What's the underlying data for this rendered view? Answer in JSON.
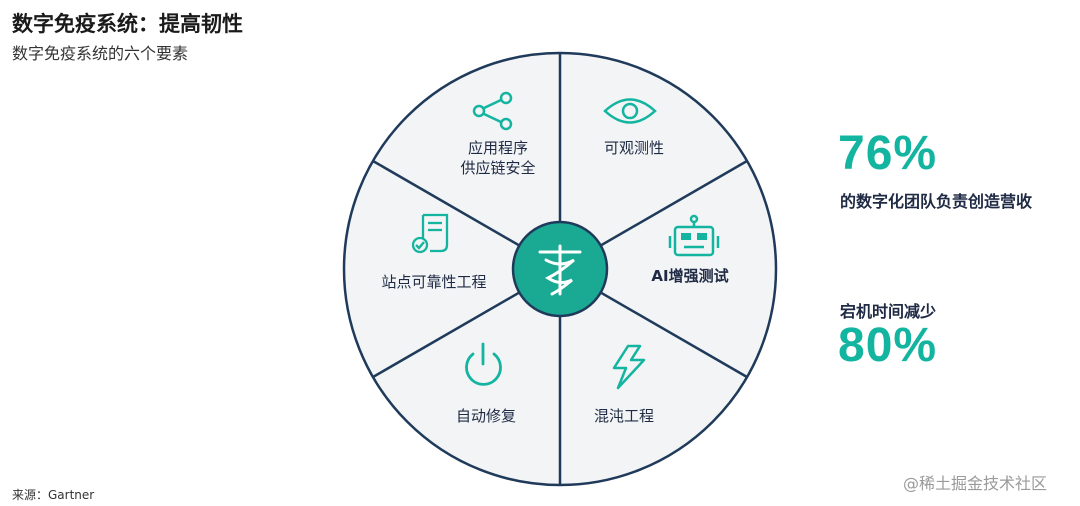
{
  "header": {
    "title": "数字免疫系统：提高韧性",
    "subtitle": "数字免疫系统的六个要素"
  },
  "wheel": {
    "segments": [
      {
        "label_lines": [
          "应用程序",
          "供应链安全"
        ],
        "icon": "share-icon"
      },
      {
        "label_lines": [
          "可观测性"
        ],
        "icon": "eye-icon"
      },
      {
        "label_lines": [
          "AI增强测试"
        ],
        "icon": "robot-icon"
      },
      {
        "label_lines": [
          "混沌工程"
        ],
        "icon": "lightning-icon"
      },
      {
        "label_lines": [
          "自动修复"
        ],
        "icon": "power-icon"
      },
      {
        "label_lines": [
          "站点可靠性工程"
        ],
        "icon": "document-check-icon"
      }
    ],
    "center_icon": "caduceus-icon",
    "colors": {
      "accent": "#13b4a0",
      "center": "#1aa993",
      "border": "#1f3a5a",
      "segment_fill": "#f2f4f5"
    }
  },
  "stats": {
    "stat1_value": "76%",
    "stat1_text": "的数字化团队负责创造营收",
    "stat2_text": "宕机时间减少",
    "stat2_value": "80%"
  },
  "footer": {
    "source": "来源：Gartner",
    "watermark": "@稀土掘金技术社区"
  }
}
